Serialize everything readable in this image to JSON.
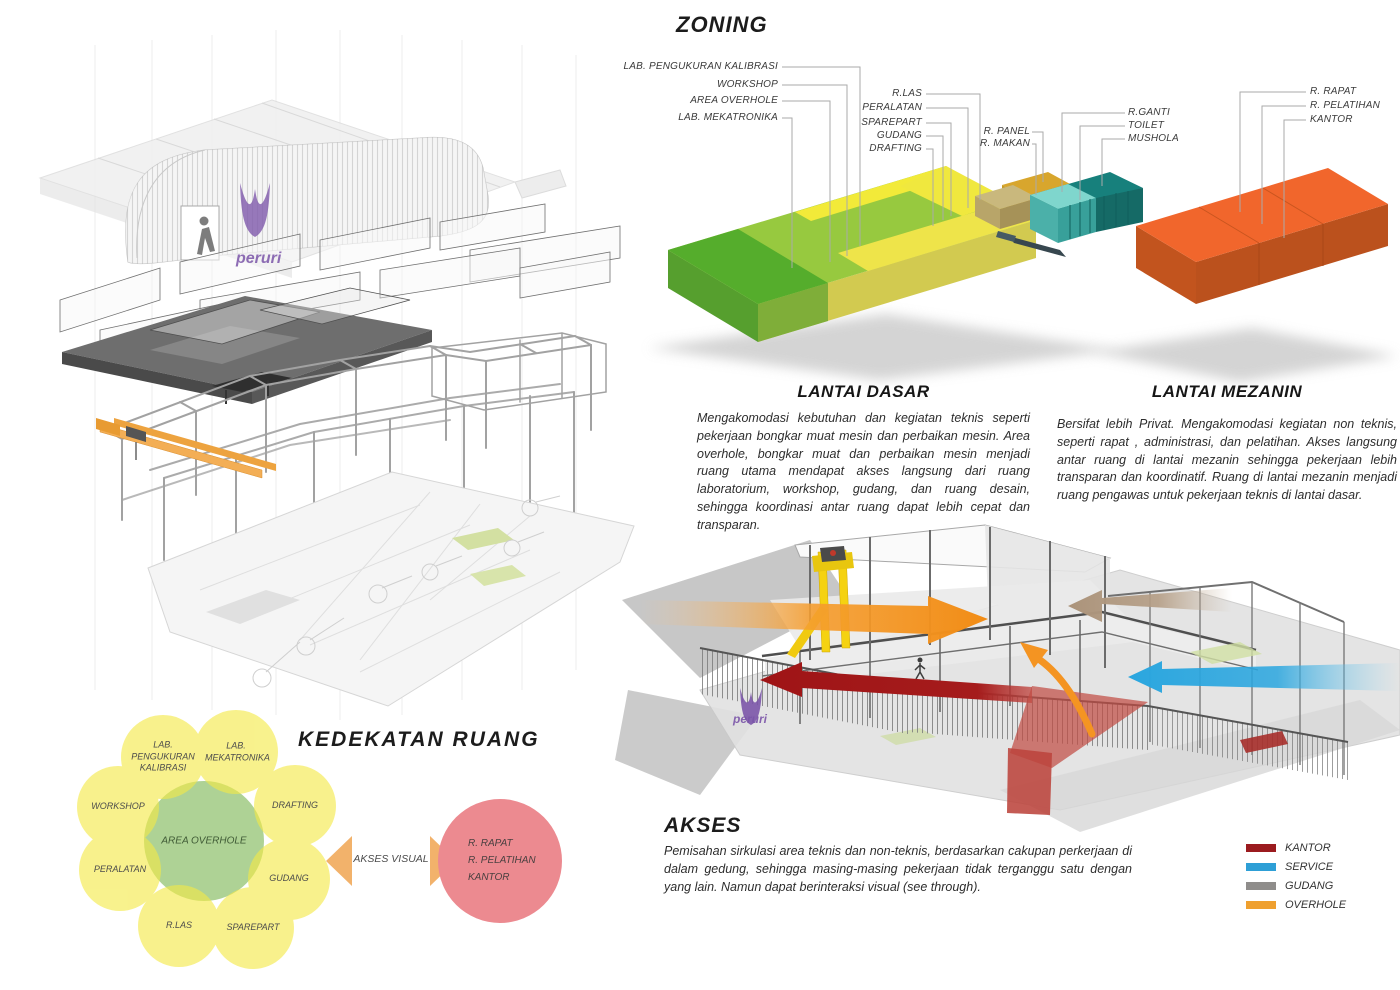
{
  "brand": {
    "logo_text": "peruri"
  },
  "zoning": {
    "title": "ZONING",
    "ground_labels": [
      "LAB. PENGUKURAN KALIBRASI",
      "WORKSHOP",
      "AREA OVERHOLE",
      "LAB. MEKATRONIKA"
    ],
    "mid_labels": [
      "R.LAS",
      "PERALATAN",
      "SPAREPART",
      "GUDANG",
      "DRAFTING"
    ],
    "panel_labels": [
      "R. PANEL",
      "R. MAKAN"
    ],
    "service_labels": [
      "R.GANTI",
      "TOILET",
      "MUSHOLA"
    ],
    "mezzanine_labels": [
      "R. RAPAT",
      "R. PELATIHAN",
      "KANTOR"
    ],
    "ground": {
      "title": "LANTAI DASAR",
      "body": "Mengakomodasi kebutuhan dan kegiatan teknis seperti pekerjaan bongkar muat mesin dan perbaikan mesin. Area overhole, bongkar muat dan perbaikan mesin menjadi ruang utama mendapat akses langsung dari ruang laboratorium, workshop, gudang, dan ruang desain, sehingga koordinasi antar ruang dapat lebih cepat dan transparan."
    },
    "mezzanine": {
      "title": "LANTAI MEZANIN",
      "body": "Bersifat lebih Privat. Mengakomodasi kegiatan non teknis, seperti rapat , administrasi, dan pelatihan. Akses langsung antar ruang di lantai mezanin sehingga pekerjaan lebih transparan dan koordinatif. Ruang di lantai mezanin menjadi ruang pengawas untuk pekerjaan teknis di lantai dasar."
    }
  },
  "akses": {
    "title": "AKSES",
    "body": "Pemisahan sirkulasi area teknis dan non-teknis, berdasarkan cakupan perkerjaan di dalam gedung, sehingga masing-masing pekerjaan tidak terganggu satu dengan yang lain. Namun dapat berinteraksi visual (see through).",
    "legend": [
      {
        "label": "KANTOR",
        "color": "#9b1b1f"
      },
      {
        "label": "SERVICE",
        "color": "#2e9fd6"
      },
      {
        "label": "GUDANG",
        "color": "#8f8d8b"
      },
      {
        "label": "OVERHOLE",
        "color": "#efa02f"
      }
    ]
  },
  "kedekatan": {
    "title": "KEDEKATAN RUANG",
    "center_label": "AREA OVERHOLE",
    "bubbles": [
      "LAB. PENGUKURAN KALIBRASI",
      "LAB. MEKATRONIKA",
      "DRAFTING",
      "GUDANG",
      "SPAREPART",
      "R.LAS",
      "PERALATAN",
      "WORKSHOP"
    ],
    "link_label": "AKSES VISUAL",
    "private_labels": [
      "R. RAPAT",
      "R. PELATIHAN",
      "KANTOR"
    ]
  },
  "palette": {
    "zone_green_dark": "#55ad2c",
    "zone_green": "#97c93f",
    "zone_yellow": "#f2ea39",
    "zone_olive": "#d2ca50",
    "zone_gold": "#d8a62d",
    "zone_tan": "#c9b87d",
    "zone_teal": "#1f8480",
    "zone_orange": "#f1662c",
    "arrow_kantor": "#9f1416",
    "arrow_service": "#2aa6df",
    "arrow_gudang": "#b49d85",
    "arrow_overhole": "#f28c15",
    "bubble_yellow": "#f4ea47",
    "bubble_green": "#aed295",
    "bubble_pink": "#ec8a90",
    "logo_purple": "#7b55a9",
    "crane_yellow": "#f5d211"
  }
}
